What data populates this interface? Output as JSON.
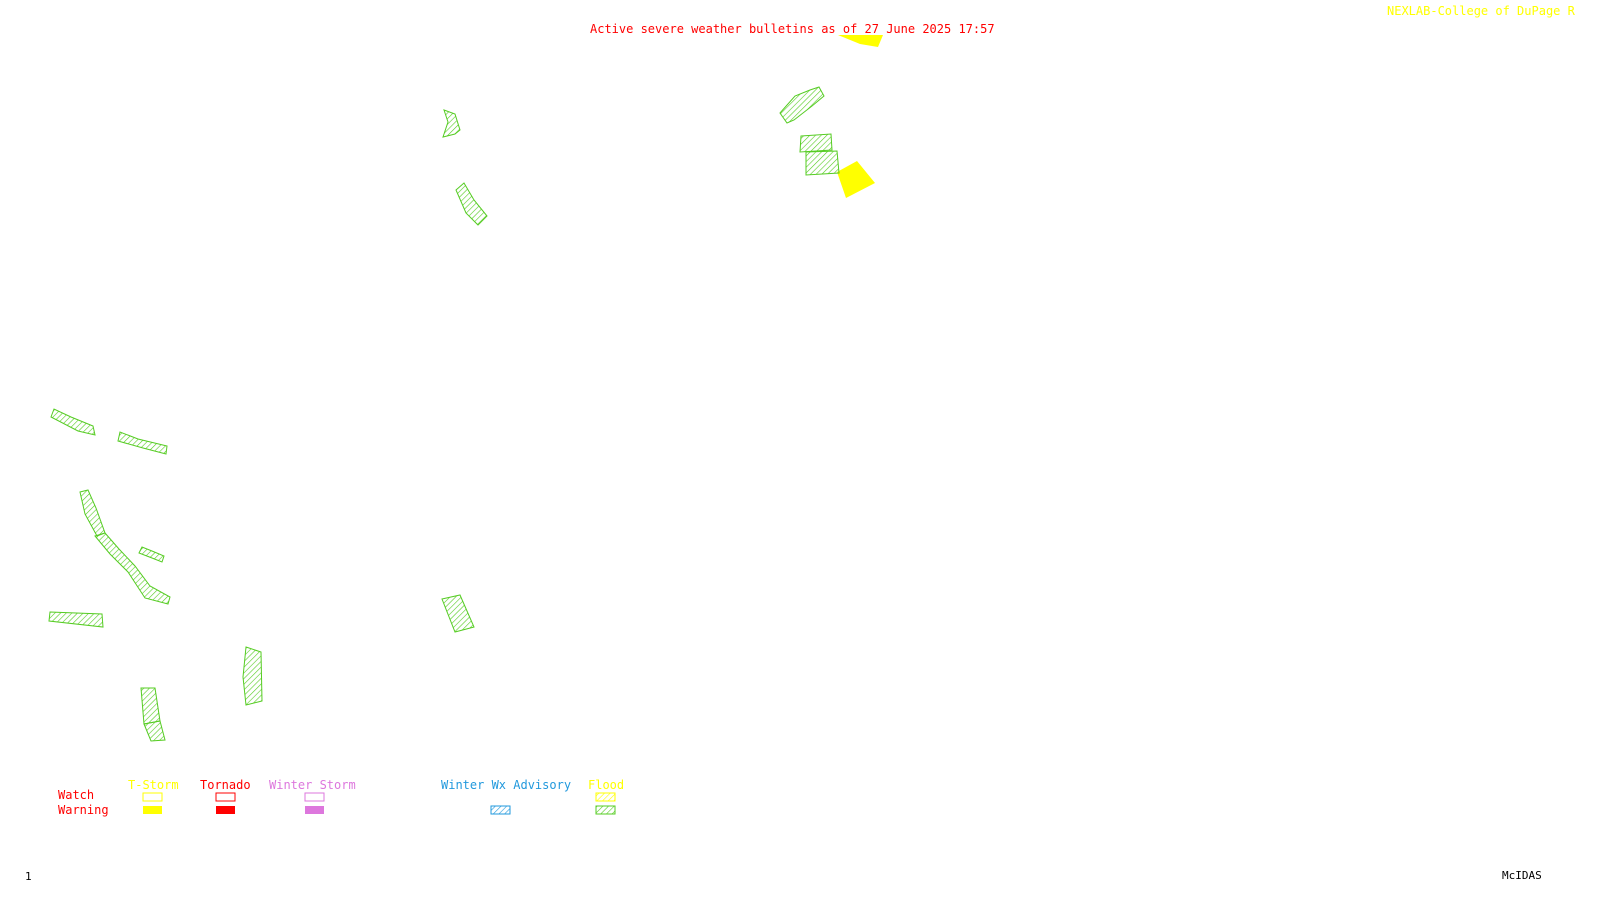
{
  "header": {
    "bulletin_title": "Active severe weather bulletins as of 27 June 2025 17:57",
    "credit": "NEXLAB-College of DuPage R"
  },
  "footer": {
    "frame_number": "1",
    "software": "McIDAS"
  },
  "legend": {
    "row_labels": {
      "watch": "Watch",
      "warning": "Warning"
    },
    "categories": [
      {
        "key": "tstorm",
        "label": "T-Storm",
        "color": "#ffff00"
      },
      {
        "key": "tornado",
        "label": "Tornado",
        "color": "#ff0000"
      },
      {
        "key": "winter_storm",
        "label": "Winter Storm",
        "color": "#dd77dd"
      },
      {
        "key": "winter_wx_advisory",
        "label": "Winter Wx Advisory",
        "color": "#2299dd"
      },
      {
        "key": "flood",
        "label": "Flood",
        "color": "#ffff00",
        "warning_color": "#55cc22"
      }
    ]
  },
  "colors": {
    "flood_warning": "#55cc22",
    "tstorm_warning": "#ffff00",
    "background": "#ffffff"
  }
}
